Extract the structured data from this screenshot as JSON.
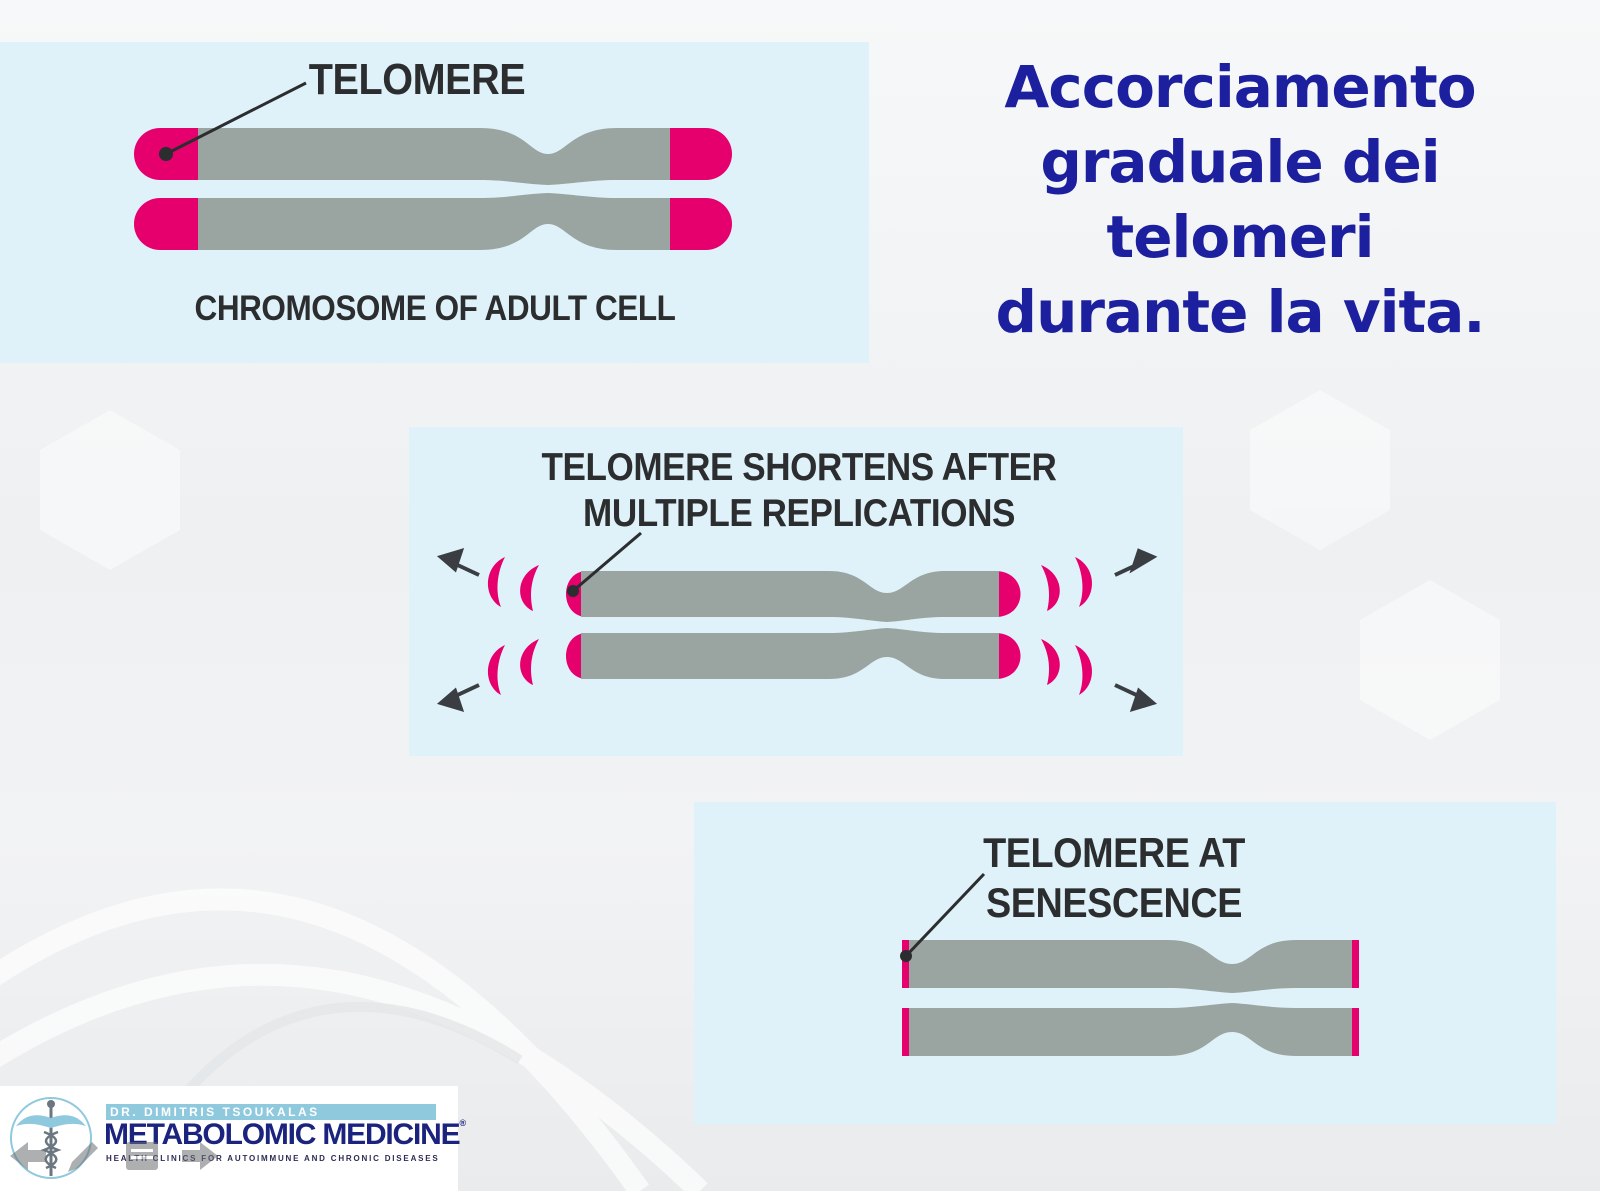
{
  "title": {
    "line1": "Accorciamento",
    "line2": "graduale dei telomeri",
    "line3": "durante la vita."
  },
  "panels": {
    "adult": {
      "telomere_label": "TELOMERE",
      "caption": "CHROMOSOME OF ADULT CELL"
    },
    "shortening": {
      "caption_line1": "TELOMERE SHORTENS AFTER",
      "caption_line2": "MULTIPLE REPLICATIONS"
    },
    "senescence": {
      "caption_line1": "TELOMERE AT",
      "caption_line2": "SENESCENCE"
    }
  },
  "logo": {
    "top_line": "DR. DIMITRIS TSOUKALAS",
    "main": "METABOLOMIC MEDICINE",
    "registered": "®",
    "sub": "HEALTH CLINICS FOR AUTOIMMUNE AND CHRONIC DISEASES"
  },
  "colors": {
    "chromosome": "#9aa5a1",
    "telomere": "#e5006e",
    "panel_bg": "#dff2fa",
    "title": "#1c1f9e",
    "label": "#2b2d2f"
  },
  "nav_icons": [
    "arrow-left-icon",
    "pencil-icon",
    "menu-icon",
    "arrow-right-icon"
  ]
}
